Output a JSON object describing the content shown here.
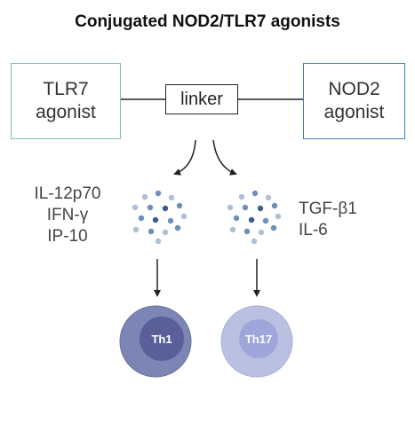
{
  "title": "Conjugated NOD2/TLR7 agonists",
  "tlr7_box": {
    "line1": "TLR7",
    "line2": "agonist",
    "border_color": "#7fbfa9"
  },
  "nod2_box": {
    "line1": "NOD2",
    "line2": "agonist",
    "border_color": "#3d7fc2"
  },
  "linker": {
    "label": "linker"
  },
  "left_cytokines": [
    "IL-12p70",
    "IFN-γ",
    "IP-10"
  ],
  "right_cytokines": [
    "TGF-β1",
    "IL-6"
  ],
  "cells": {
    "th1": {
      "label": "Th1",
      "outer_color": "#7c85b3",
      "inner_color": "#5a5f99"
    },
    "th17": {
      "label": "Th17",
      "outer_color": "#b9c0e2",
      "inner_color": "#9ea6da"
    }
  },
  "colors": {
    "dot_dark": "#3d5a8c",
    "dot_mid": "#6f8fb8",
    "dot_light": "#aebfd6"
  }
}
